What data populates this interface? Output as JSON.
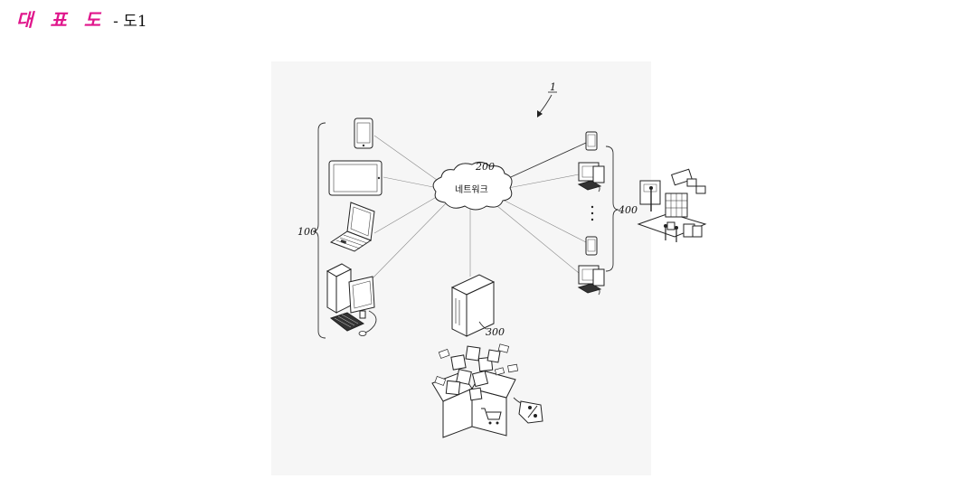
{
  "header": {
    "title": "대 표 도",
    "figure_label": "- 도1"
  },
  "diagram": {
    "system_ref": "1",
    "clients_ref": "100",
    "network_ref": "200",
    "network_label": "네트워크",
    "server_ref": "300",
    "sellers_ref": "400"
  }
}
